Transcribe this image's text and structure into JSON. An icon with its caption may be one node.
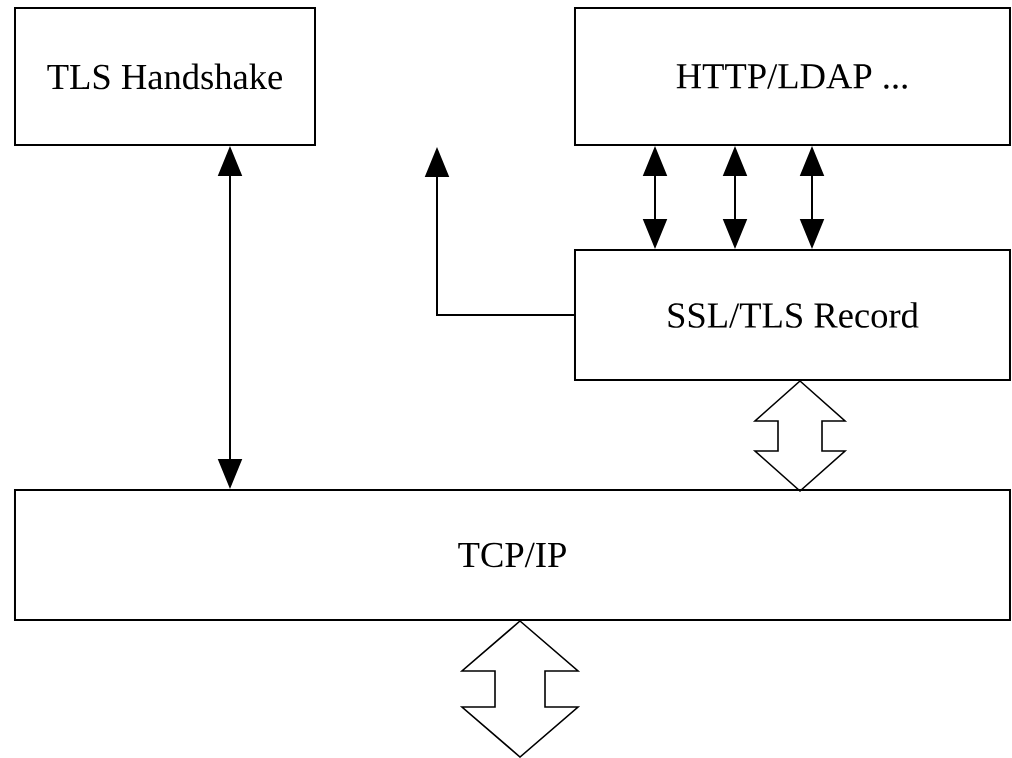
{
  "diagram": {
    "nodes": [
      {
        "text": [
          "TLS Handshake"
        ]
      },
      {
        "text": [
          "HTTP/LDAP ..."
        ]
      },
      {
        "text": [
          "SSL/TLS Record"
        ]
      },
      {
        "text": [
          "TCP/IP"
        ]
      }
    ],
    "edges": [
      {
        "from": 0,
        "to": 3,
        "arrow": "both"
      },
      {
        "from": 2,
        "to": null,
        "arrow": "to"
      },
      {
        "from": 1,
        "to": 2,
        "arrow": "both"
      },
      {
        "from": 1,
        "to": 2,
        "arrow": "both"
      },
      {
        "from": 1,
        "to": 2,
        "arrow": "both"
      },
      {
        "from": 2,
        "to": 3,
        "arrow": "both",
        "style": "thick"
      },
      {
        "from": 3,
        "to": null,
        "arrow": "both",
        "style": "thick"
      }
    ]
  }
}
